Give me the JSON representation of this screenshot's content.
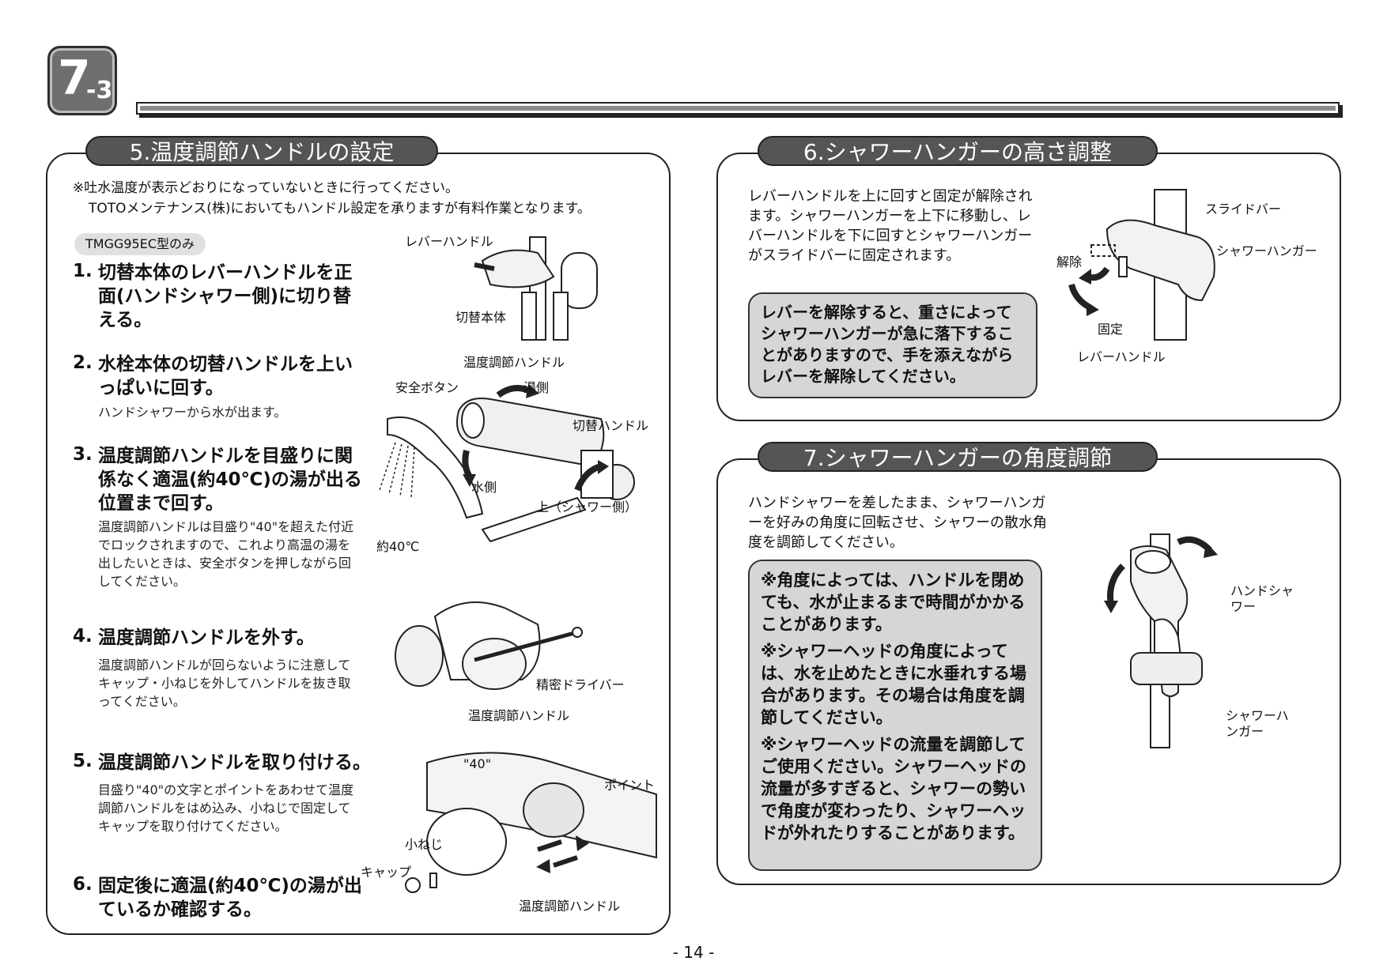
{
  "header": {
    "section_main": "7",
    "section_sub": "-3"
  },
  "section5": {
    "title": "5.温度調節ハンドルの設定",
    "note_line1": "※吐水温度が表示どおりになっていないときに行ってください。",
    "note_line2": "TOTOメンテナンス(株)においてもハンドル設定を承りますが有料作業となります。",
    "model_tag": "TMGG95EC型のみ",
    "steps": [
      {
        "num": "1.",
        "title": "切替本体のレバーハンドルを正面(ハンドシャワー側)に切り替える。",
        "desc": ""
      },
      {
        "num": "2.",
        "title": "水栓本体の切替ハンドルを上いっぱいに回す。",
        "desc": "ハンドシャワーから水が出ます。"
      },
      {
        "num": "3.",
        "title": "温度調節ハンドルを目盛りに関係なく適温(約40℃)の湯が出る位置まで回す。",
        "desc": "温度調節ハンドルは目盛り\"40\"を超えた付近でロックされますので、これより高温の湯を出したいときは、安全ボタンを押しながら回してください。"
      },
      {
        "num": "4.",
        "title": "温度調節ハンドルを外す。",
        "desc": "温度調節ハンドルが回らないように注意してキャップ・小ねじを外してハンドルを抜き取ってください。"
      },
      {
        "num": "5.",
        "title": "温度調節ハンドルを取り付ける。",
        "desc": "目盛り\"40\"の文字とポイントをあわせて温度調節ハンドルをはめ込み、小ねじで固定してキャップを取り付けてください。"
      },
      {
        "num": "6.",
        "title": "固定後に適温(約40℃)の湯が出ているか確認する。",
        "desc": ""
      }
    ],
    "fig1": {
      "lever": "レバーハンドル",
      "body": "切替本体"
    },
    "fig2": {
      "temp_handle": "温度調節ハンドル",
      "safety": "安全ボタン",
      "hot": "湯側",
      "switch": "切替ハンドル",
      "cold": "水側",
      "up": "上（シャワー側）",
      "approx": "約40℃"
    },
    "fig3": {
      "driver": "精密ドライバー",
      "temp_handle": "温度調節ハンドル"
    },
    "fig4": {
      "forty": "\"40\"",
      "point": "ポイント",
      "screw": "小ねじ",
      "cap": "キャップ",
      "temp_handle": "温度調節ハンドル"
    }
  },
  "section6": {
    "title": "6.シャワーハンガーの高さ調整",
    "body": "レバーハンドルを上に回すと固定が解除されます。シャワーハンガーを上下に移動し、レバーハンドルを下に回すとシャワーハンガーがスライドバーに固定されます。",
    "warning": "レバーを解除すると、重さによってシャワーハンガーが急に落下することがありますので、手を添えながらレバーを解除してください。",
    "fig": {
      "slide_bar": "スライドバー",
      "hanger": "シャワーハンガー",
      "release": "解除",
      "fix": "固定",
      "lever": "レバーハンドル"
    }
  },
  "section7": {
    "title": "7.シャワーハンガーの角度調節",
    "body": "ハンドシャワーを差したまま、シャワーハンガーを好みの角度に回転させ、シャワーの散水角度を調節してください。",
    "warnings": [
      "※角度によっては、ハンドルを閉めても、水が止まるまで時間がかかることがあります。",
      "※シャワーヘッドの角度によっては、水を止めたときに水垂れする場合があります。その場合は角度を調節してください。",
      "※シャワーヘッドの流量を調節してご使用ください。シャワーヘッドの流量が多すぎると、シャワーの勢いで角度が変わったり、シャワーヘッドが外れたりすることがあります。"
    ],
    "fig": {
      "hand_shower": "ハンドシャワー",
      "hanger": "シャワーハンガー"
    }
  },
  "footer": {
    "page": "- 14 -"
  }
}
